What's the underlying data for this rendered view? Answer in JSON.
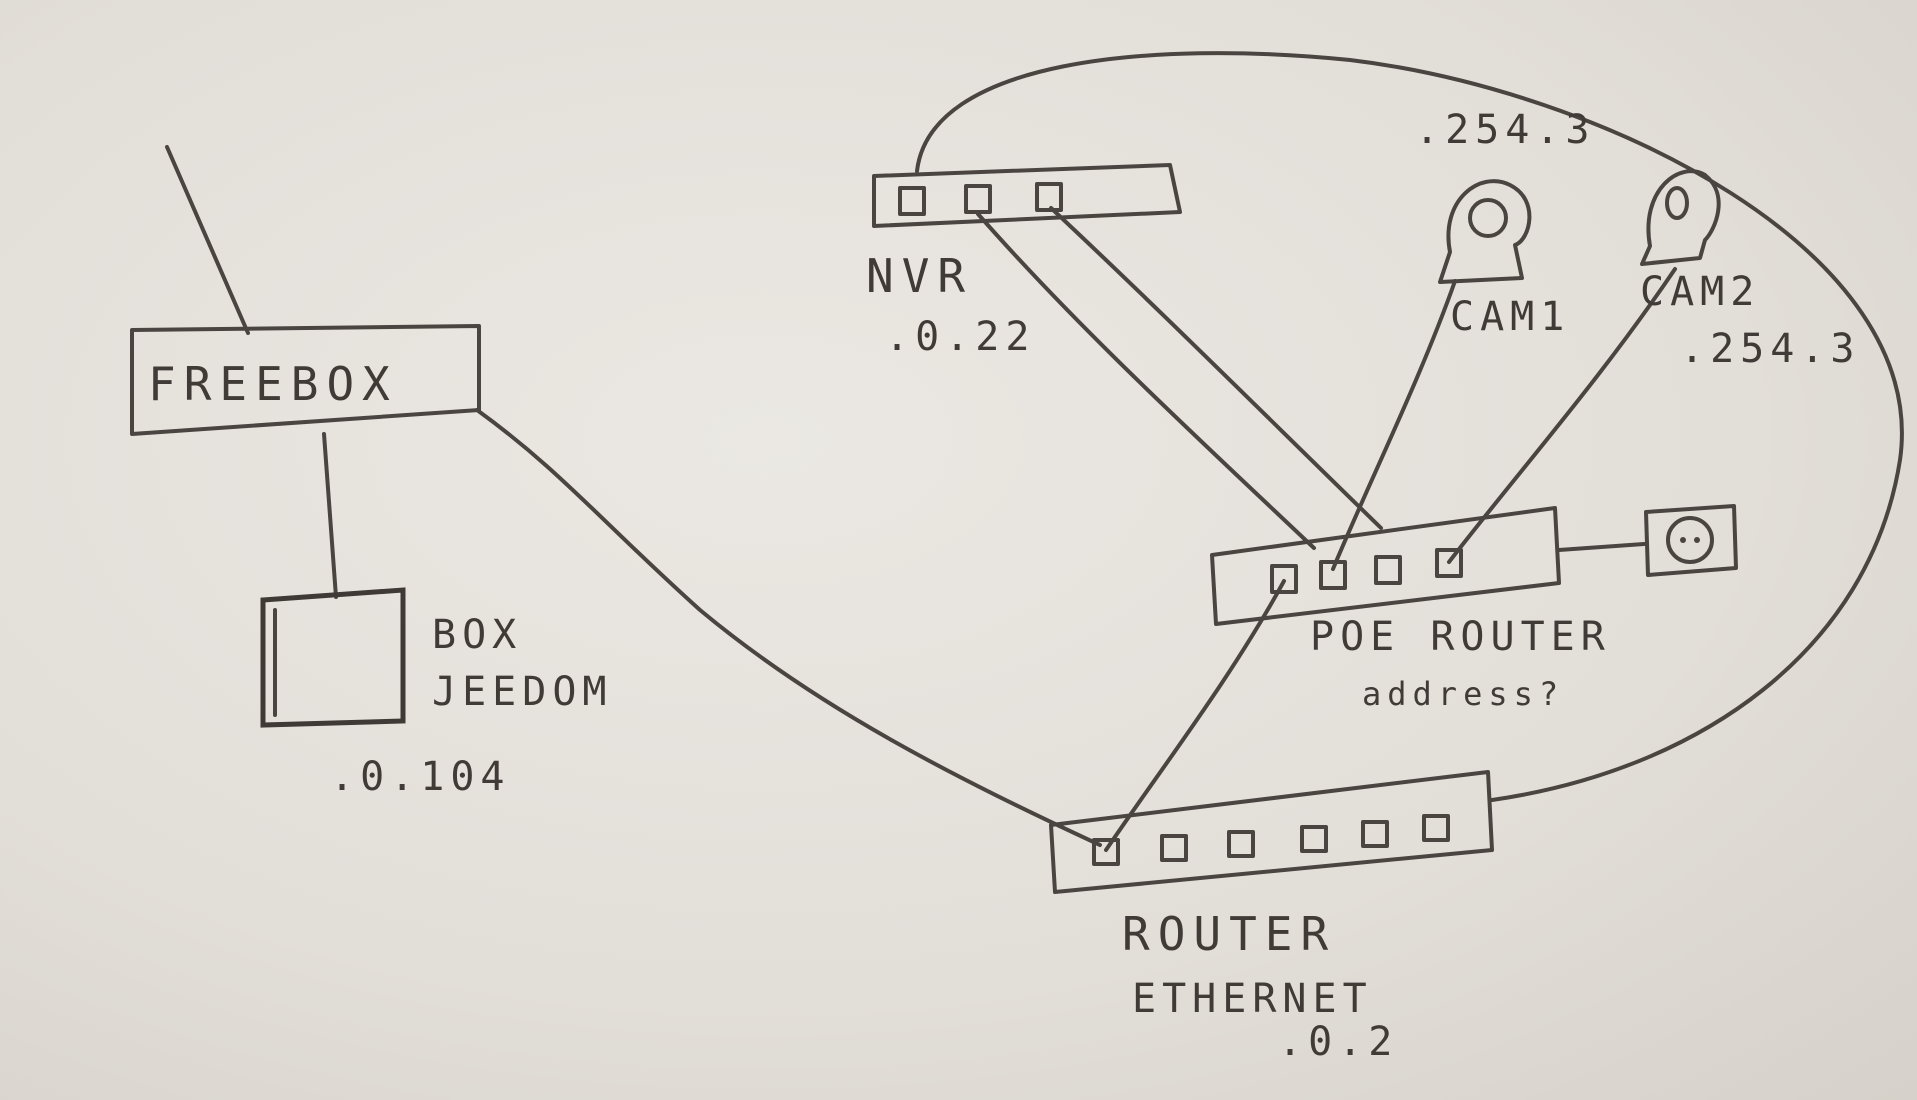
{
  "nodes": {
    "freebox": {
      "label": "FREEBOX"
    },
    "jeedom": {
      "line1": "BOX",
      "line2": "JEEDOM",
      "ip": ".0.104"
    },
    "nvr": {
      "label": "NVR",
      "ip": ".0.22"
    },
    "cam1": {
      "ip": ".254.3",
      "label": "CAM1"
    },
    "cam2": {
      "label": "CAM2",
      "ip": ".254.3"
    },
    "poe_router": {
      "label": "POE ROUTER",
      "ip": "address?"
    },
    "router_ethernet": {
      "line1": "ROUTER",
      "line2": "ETHERNET",
      "ip": ".0.2"
    }
  },
  "colors": {
    "pencil": "#4a4541",
    "paper": "#e6e2dc"
  }
}
